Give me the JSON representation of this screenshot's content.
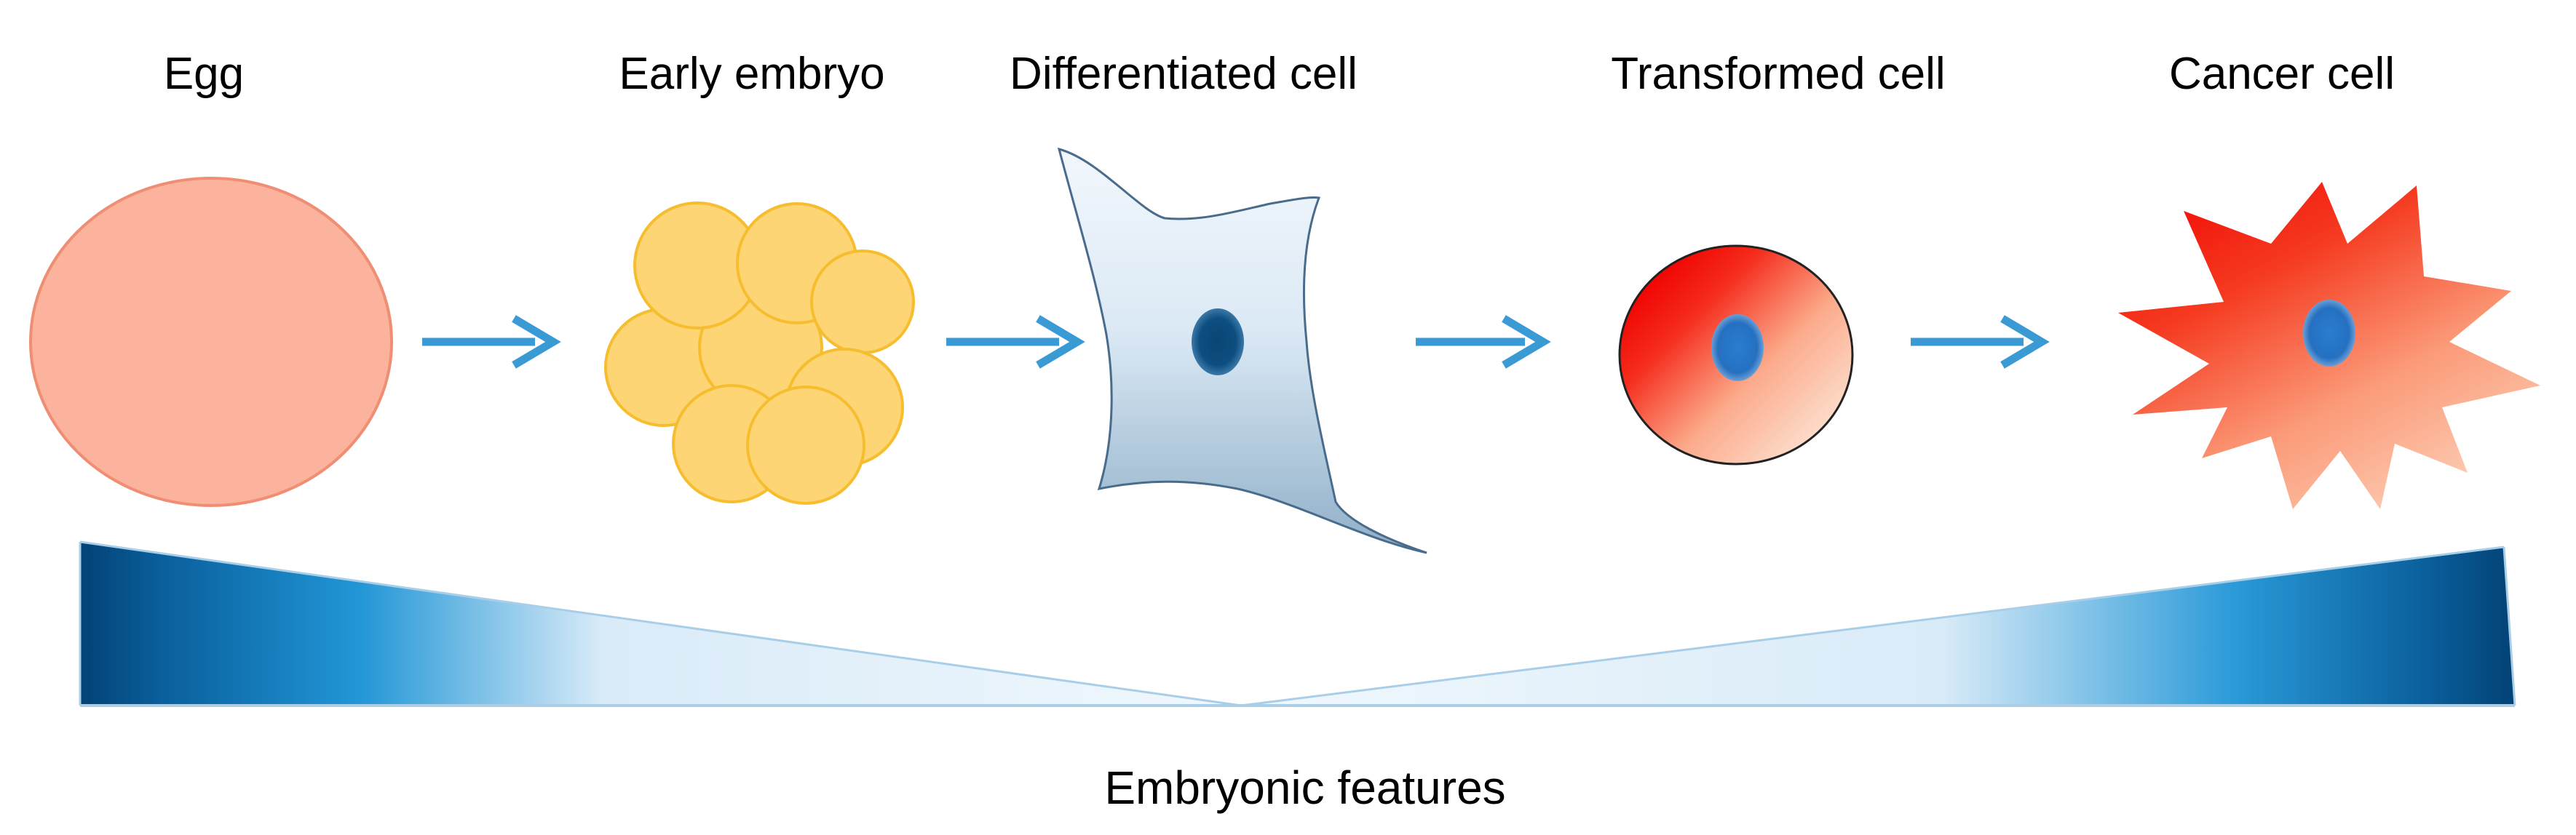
{
  "stages": [
    {
      "label": "Egg"
    },
    {
      "label": "Early embryo"
    },
    {
      "label": "Differentiated cell"
    },
    {
      "label": "Transformed cell"
    },
    {
      "label": "Cancer cell"
    }
  ],
  "gradient_label": "Embryonic features",
  "colors": {
    "arrow": "#3a9ad4",
    "egg_fill": "#fbb39e",
    "egg_stroke": "#f08e74",
    "embryo_fill": "#fed575",
    "embryo_stroke": "#f6bd2e",
    "nucleus_dark": "#0c4a78",
    "nucleus_blue": "#2b78c8",
    "transformed_red": "#f10d0d",
    "transformed_peach": "#fcd8c4",
    "differentiated_light": "#ecf4fb",
    "differentiated_dark": "#8fafc8",
    "wedge_dark": "#034275",
    "wedge_mid": "#2196d6",
    "wedge_light": "#e4f1fa"
  }
}
